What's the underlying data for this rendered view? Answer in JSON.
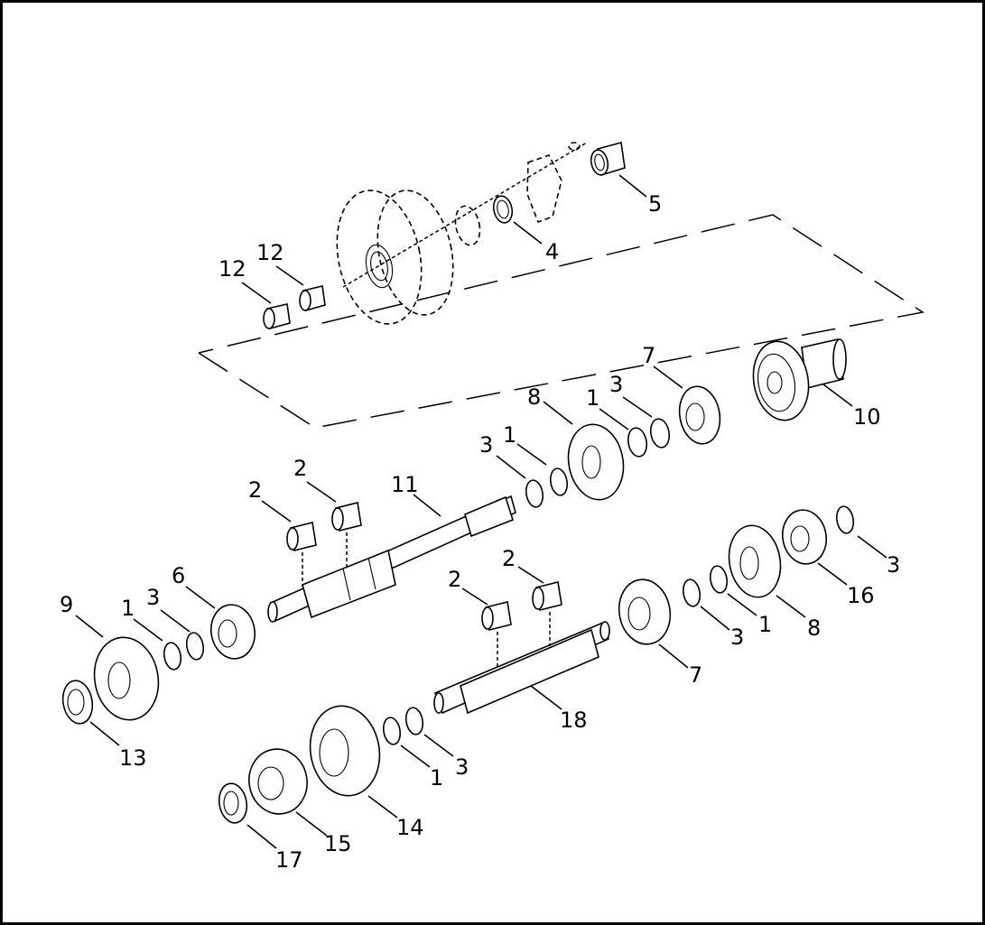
{
  "diagram": {
    "callouts": {
      "c1_top_a": "1",
      "c1_top_b": "1",
      "c1_left": "1",
      "c1_right": "1",
      "c1_bottom": "1",
      "c2_a": "2",
      "c2_b": "2",
      "c2_c": "2",
      "c2_d": "2",
      "c3_top_a": "3",
      "c3_top_b": "3",
      "c3_left": "3",
      "c3_right_a": "3",
      "c3_right_b": "3",
      "c3_bottom": "3",
      "c4": "4",
      "c5": "5",
      "c6": "6",
      "c7_top": "7",
      "c7_bottom": "7",
      "c8_top": "8",
      "c8_bottom": "8",
      "c9": "9",
      "c10": "10",
      "c11": "11",
      "c12_a": "12",
      "c12_b": "12",
      "c13": "13",
      "c14": "14",
      "c15": "15",
      "c16": "16",
      "c17": "17",
      "c18": "18"
    }
  }
}
